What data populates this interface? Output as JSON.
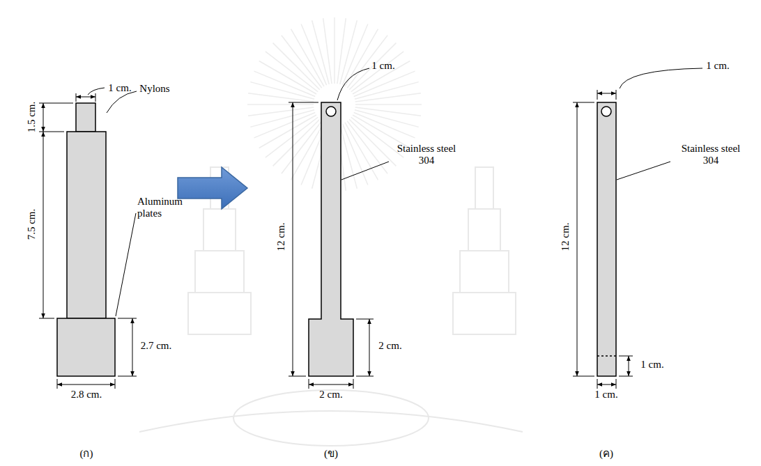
{
  "diagram": {
    "labels": [
      "1 cm.",
      "1.5 cm.",
      "7.5 cm.",
      "Nylons",
      "Aluminum plates",
      "2.7 cm.",
      "2.8 cm.",
      "(ก)",
      "1 cm.",
      "12 cm.",
      "Stainless steel 304",
      "2 cm.",
      "2 cm.",
      "(ข)",
      "1 cm.",
      "12 cm.",
      "Stainless steel 304",
      "1 cm.",
      "1 cm.",
      "(ค)"
    ]
  }
}
